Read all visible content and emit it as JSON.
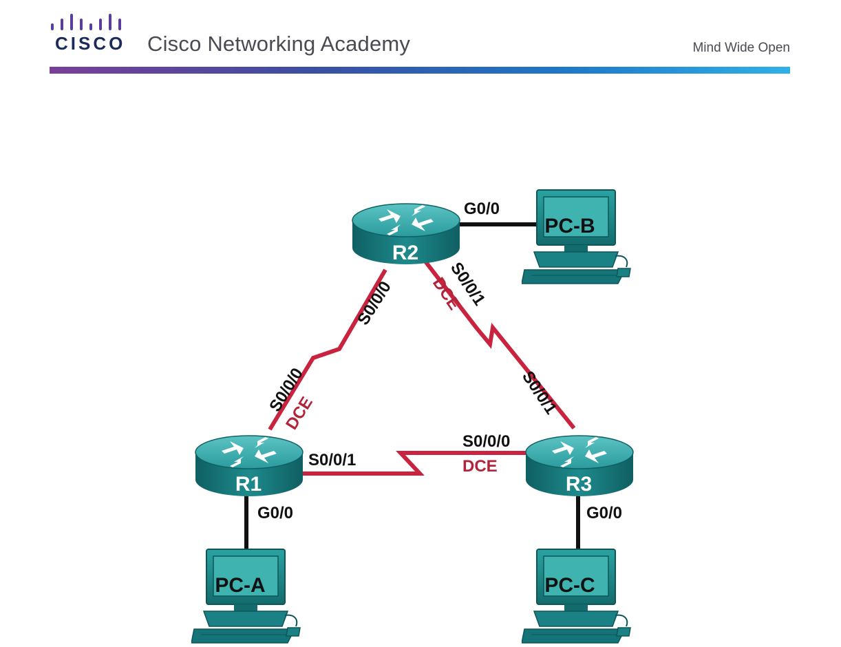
{
  "brand": {
    "wordmark": "CISCO",
    "academy": "Cisco Networking Academy",
    "tagline": "Mind Wide Open",
    "colors": {
      "serial_link": "#c9243f",
      "ethernet_link": "#111111",
      "device": "#1f8a8c",
      "dce_label": "#b3243a"
    }
  },
  "devices": {
    "r1": {
      "name": "R1",
      "type": "router"
    },
    "r2": {
      "name": "R2",
      "type": "router"
    },
    "r3": {
      "name": "R3",
      "type": "router"
    },
    "pca": {
      "name": "PC-A",
      "type": "pc"
    },
    "pcb": {
      "name": "PC-B",
      "type": "pc"
    },
    "pcc": {
      "name": "PC-C",
      "type": "pc"
    }
  },
  "links": {
    "r2_pcb": {
      "label": "G0/0"
    },
    "r1_pca": {
      "label": "G0/0"
    },
    "r3_pcc": {
      "label": "G0/0"
    },
    "r1_r2": {
      "r1_end": "S0/0/0",
      "r2_end": "S0/0/0",
      "dce": "DCE"
    },
    "r2_r3": {
      "r2_end": "S0/0/1",
      "r3_end": "S0/0/1",
      "dce": "DCE"
    },
    "r1_r3": {
      "r1_end": "S0/0/1",
      "r3_end": "S0/0/0",
      "dce": "DCE"
    }
  }
}
